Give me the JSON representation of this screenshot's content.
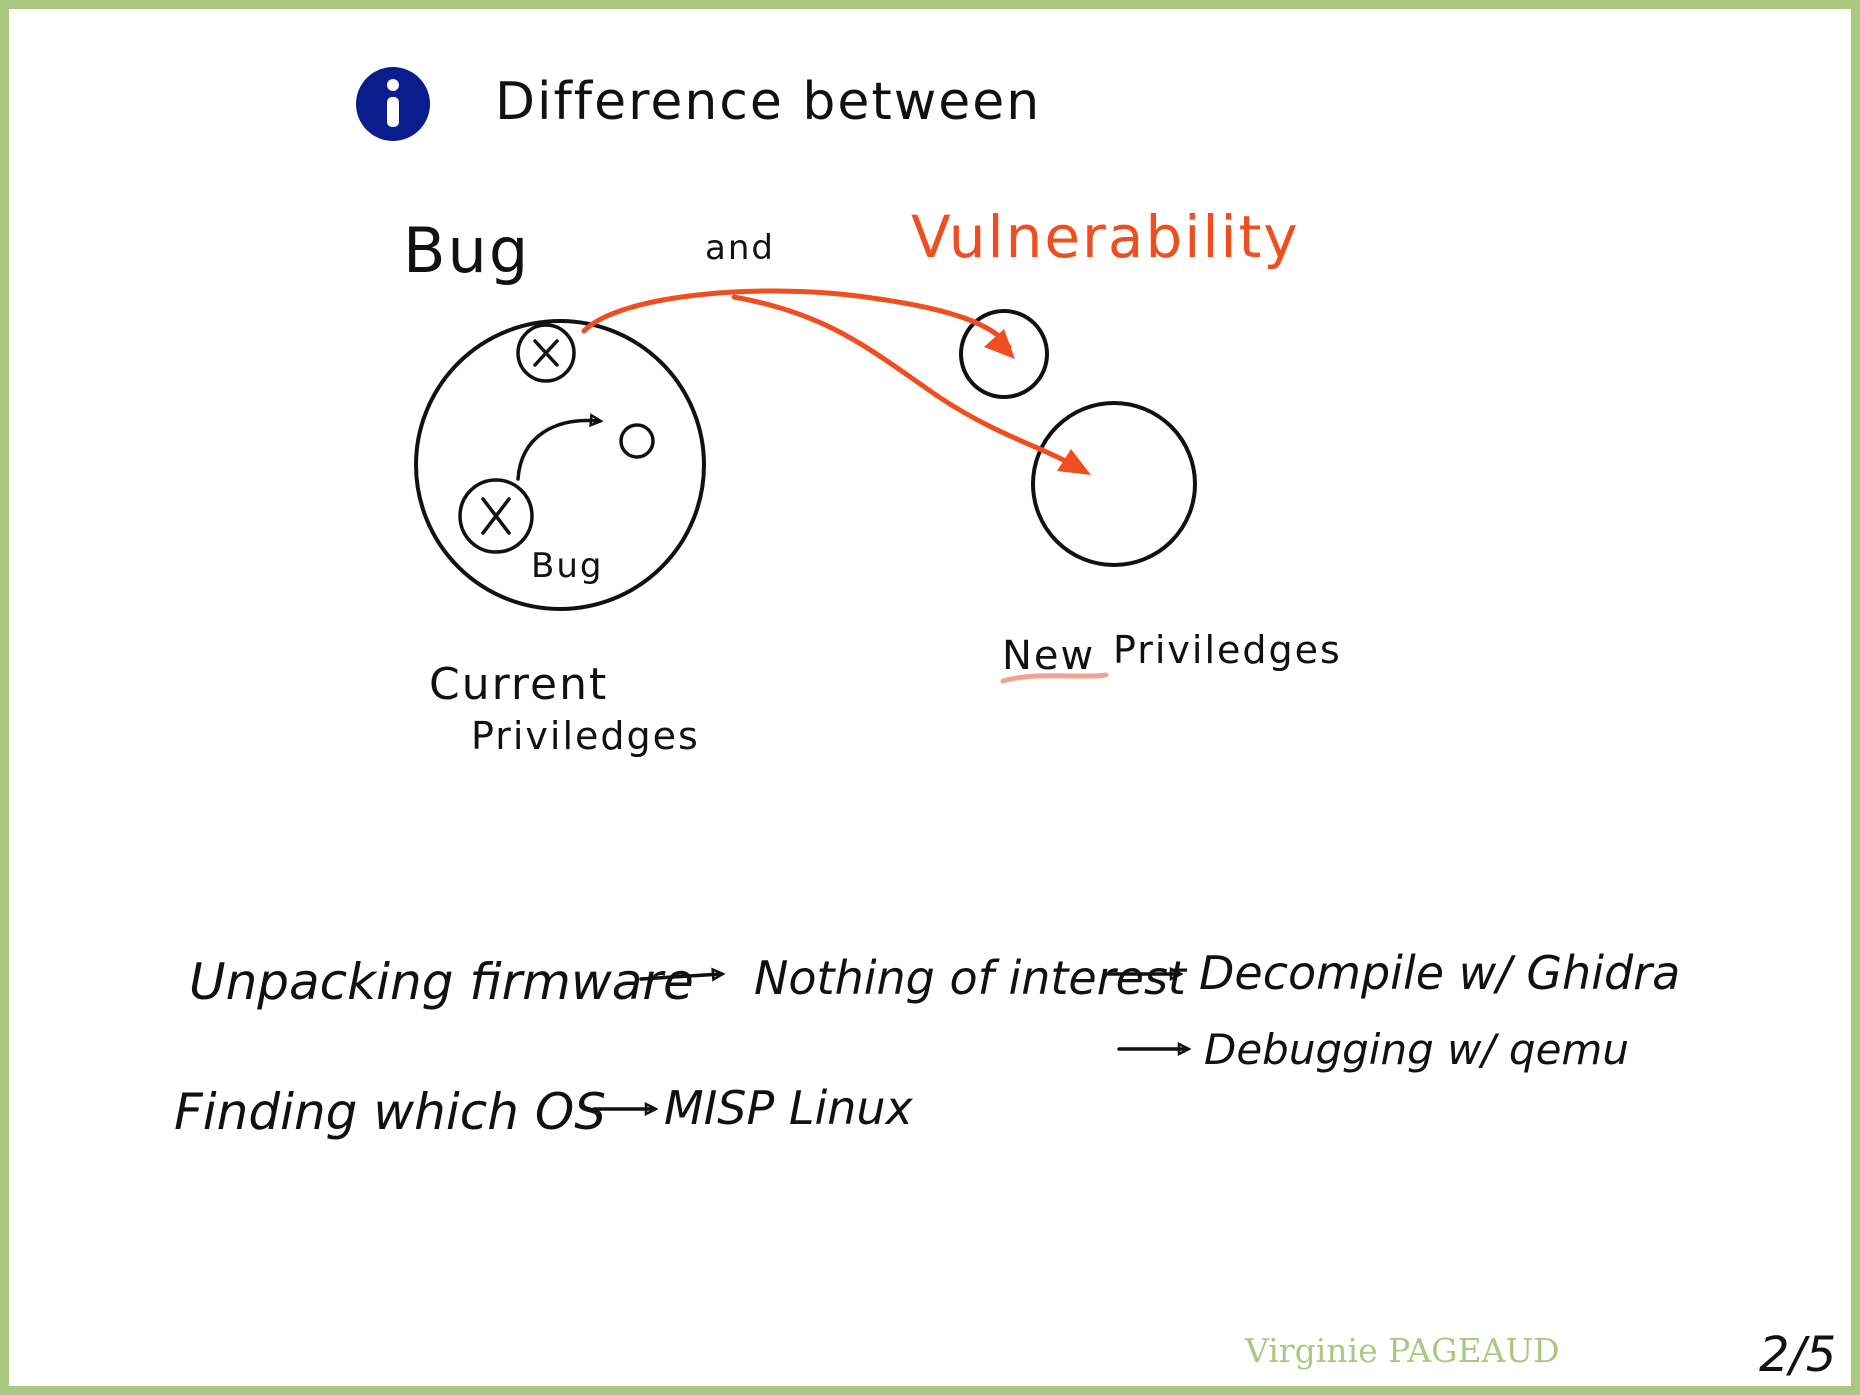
{
  "title": "Difference between",
  "subtitle": {
    "bug": "Bug",
    "and": "and",
    "vulnerability": "Vulnerability"
  },
  "diagram": {
    "current_label_line1": "Current",
    "current_label_line2": "Priviledges",
    "bug_label": "Bug",
    "new_label_underlined": "New",
    "new_label_rest": "Priviledges"
  },
  "notes": {
    "row1": {
      "step1": "Unpacking firmware",
      "step2": "Nothing of interest",
      "step3": "Decompile w/ Ghidra"
    },
    "row2": {
      "step1": "Debugging w/ qemu"
    },
    "row3": {
      "step1": "Finding which OS",
      "step2": "MISP Linux"
    }
  },
  "author": "Virginie PAGEAUD",
  "page_number": "2/5",
  "colors": {
    "border": "#a8c97f",
    "accent": "#f04e1f",
    "info_icon": "#0a1d8c",
    "underline": "#f2a28e"
  },
  "icons": [
    "info-icon"
  ]
}
